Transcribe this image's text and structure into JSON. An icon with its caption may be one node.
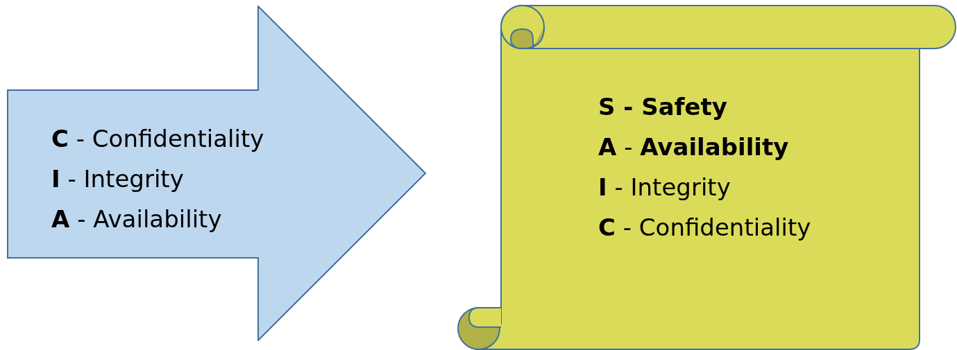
{
  "diagram": {
    "nodes": [
      {
        "text": [
          "**C** - Confidentiality",
          "**I** - Integrity",
          "**A** - Availability"
        ]
      },
      {
        "text": [
          "S - Safety",
          "**A** - **Availability**",
          "**I** - Integrity",
          "**C** - Confidentiality"
        ]
      }
    ]
  }
}
